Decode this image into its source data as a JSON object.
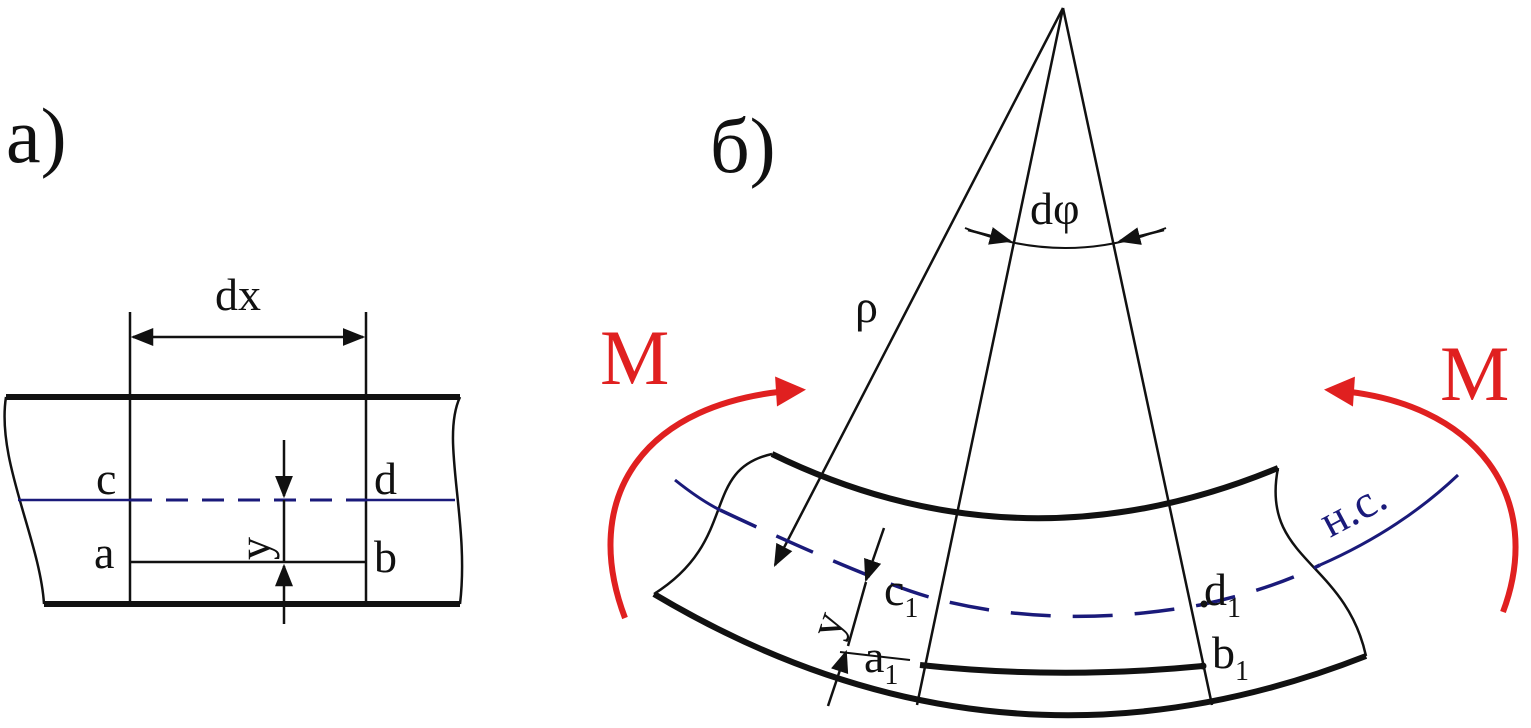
{
  "labels": {
    "panel_a": "а)",
    "panel_b": "б)",
    "dx": "dx",
    "c": "c",
    "d": "d",
    "a": "a",
    "b": "b",
    "y_a": "y",
    "rho": "ρ",
    "dphi": "dφ",
    "moment_left": "M",
    "moment_right": "M",
    "neutral_layer": "н.с.",
    "c1_base": "c",
    "d1_base": "d",
    "a1_base": "a",
    "b1_base": "b",
    "sub_c": "1",
    "sub_d": "1",
    "sub_a": "1",
    "sub_b": "1",
    "y_b": "y"
  },
  "colors": {
    "stroke": "#111111",
    "moment": "#e02020",
    "neutral": "#1a1a7a"
  }
}
